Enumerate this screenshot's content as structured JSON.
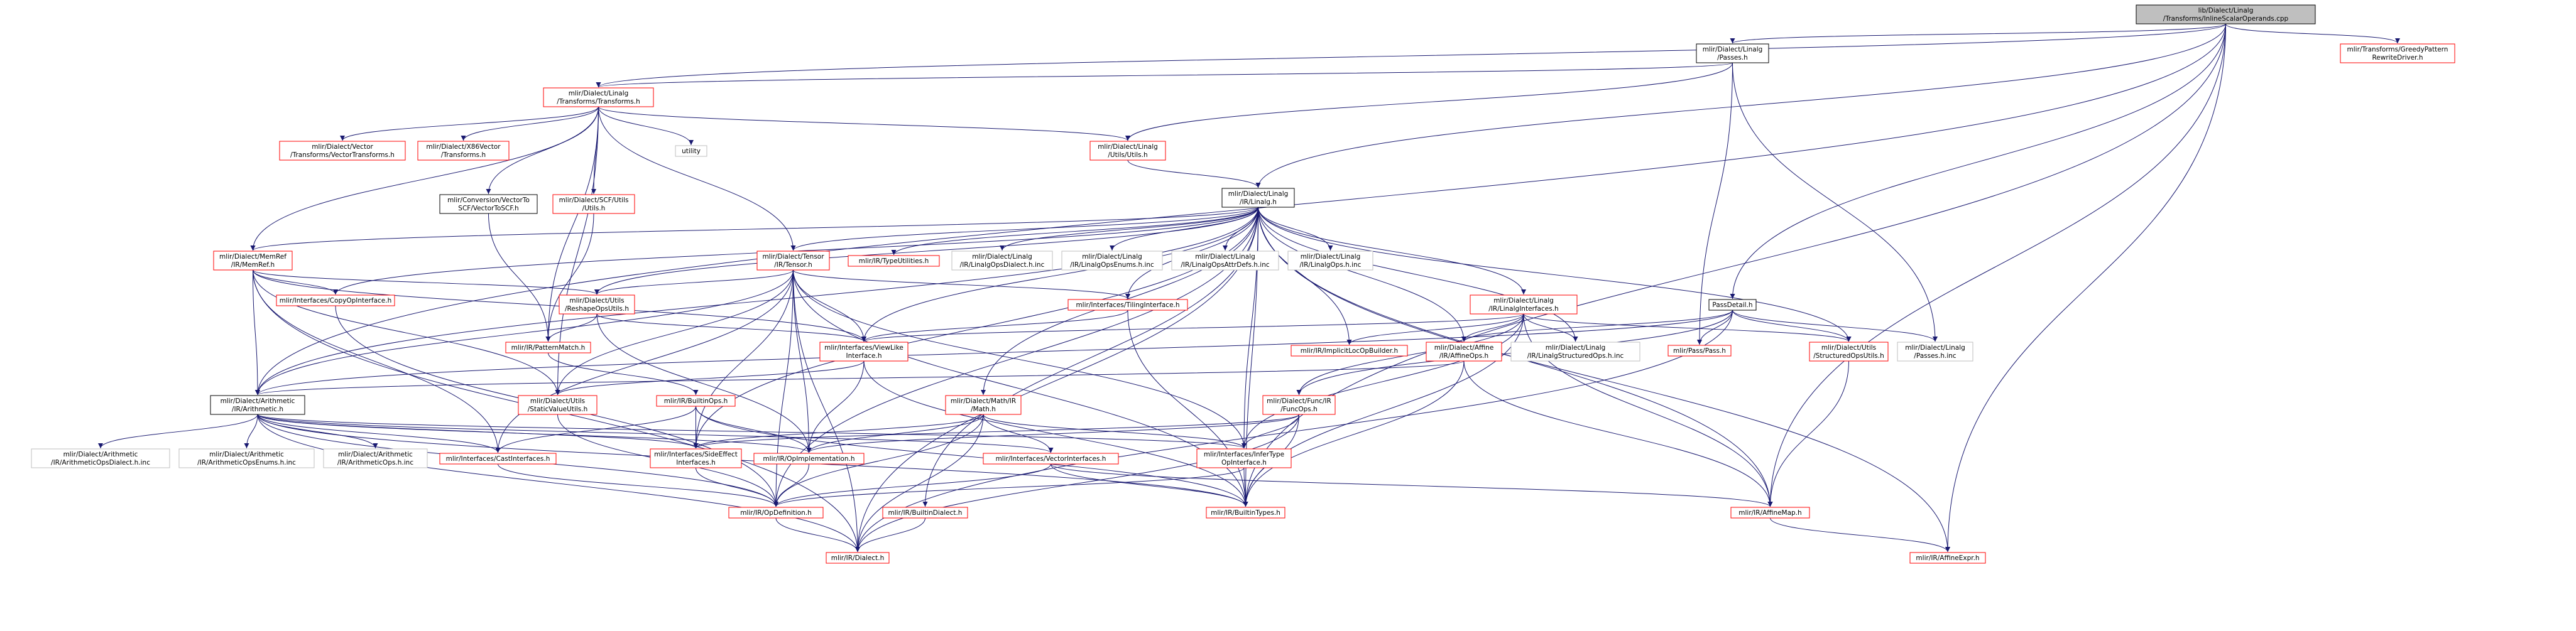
{
  "diagram": {
    "type": "include-dependency-graph",
    "colors": {
      "root_fill": "#bfbfbf",
      "node_fill": "#ffffff",
      "black": "#000000",
      "red": "#ff0000",
      "grey": "#bfbfbf",
      "edge": "#191970",
      "text": "#000000"
    },
    "nodes": [
      {
        "id": "root",
        "style": "root",
        "lines": [
          "lib/Dialect/Linalg",
          "/Transforms/InlineScalarOperands.cpp"
        ]
      },
      {
        "id": "linalg_passes",
        "style": "black",
        "lines": [
          "mlir/Dialect/Linalg",
          "/Passes.h"
        ]
      },
      {
        "id": "greedy",
        "style": "red",
        "lines": [
          "mlir/Transforms/GreedyPattern",
          "RewriteDriver.h"
        ]
      },
      {
        "id": "linalg_transforms",
        "style": "red",
        "lines": [
          "mlir/Dialect/Linalg",
          "/Transforms/Transforms.h"
        ]
      },
      {
        "id": "vector_transforms",
        "style": "red",
        "lines": [
          "mlir/Dialect/Vector",
          "/Transforms/VectorTransforms.h"
        ]
      },
      {
        "id": "x86vector",
        "style": "red",
        "lines": [
          "mlir/Dialect/X86Vector",
          "/Transforms.h"
        ]
      },
      {
        "id": "utility",
        "style": "grey",
        "lines": [
          "utility"
        ]
      },
      {
        "id": "linalg_utils",
        "style": "red",
        "lines": [
          "mlir/Dialect/Linalg",
          "/Utils/Utils.h"
        ]
      },
      {
        "id": "vector_to_scf",
        "style": "black",
        "lines": [
          "mlir/Conversion/VectorTo",
          "SCF/VectorToSCF.h"
        ]
      },
      {
        "id": "scf_utils",
        "style": "red",
        "lines": [
          "mlir/Dialect/SCF/Utils",
          "/Utils.h"
        ]
      },
      {
        "id": "linalg_h",
        "style": "black",
        "lines": [
          "mlir/Dialect/Linalg",
          "/IR/Linalg.h"
        ]
      },
      {
        "id": "memref",
        "style": "red",
        "lines": [
          "mlir/Dialect/MemRef",
          "/IR/MemRef.h"
        ]
      },
      {
        "id": "copy_op",
        "style": "red",
        "lines": [
          "mlir/Interfaces/CopyOpInterface.h"
        ]
      },
      {
        "id": "tensor",
        "style": "red",
        "lines": [
          "mlir/Dialect/Tensor",
          "/IR/Tensor.h"
        ]
      },
      {
        "id": "reshape_utils",
        "style": "red",
        "lines": [
          "mlir/Dialect/Utils",
          "/ReshapeOpsUtils.h"
        ]
      },
      {
        "id": "pattern_match",
        "style": "red",
        "lines": [
          "mlir/IR/PatternMatch.h"
        ]
      },
      {
        "id": "type_utilities",
        "style": "red",
        "lines": [
          "mlir/IR/TypeUtilities.h"
        ]
      },
      {
        "id": "linalg_ops_dialect",
        "style": "grey",
        "lines": [
          "mlir/Dialect/Linalg",
          "/IR/LinalgOpsDialect.h.inc"
        ]
      },
      {
        "id": "linalg_ops_enums",
        "style": "grey",
        "lines": [
          "mlir/Dialect/Linalg",
          "/IR/LinalgOpsEnums.h.inc"
        ]
      },
      {
        "id": "linalg_ops_attr",
        "style": "grey",
        "lines": [
          "mlir/Dialect/Linalg",
          "/IR/LinalgOpsAttrDefs.h.inc"
        ]
      },
      {
        "id": "linalg_ops_inc",
        "style": "grey",
        "lines": [
          "mlir/Dialect/Linalg",
          "/IR/LinalgOps.h.inc"
        ]
      },
      {
        "id": "tiling_interface",
        "style": "red",
        "lines": [
          "mlir/Interfaces/TilingInterface.h"
        ]
      },
      {
        "id": "view_like",
        "style": "red",
        "lines": [
          "mlir/Interfaces/ViewLike",
          "Interface.h"
        ]
      },
      {
        "id": "linalg_interfaces",
        "style": "red",
        "lines": [
          "mlir/Dialect/Linalg",
          "/IR/LinalgInterfaces.h"
        ]
      },
      {
        "id": "implicit_loc",
        "style": "red",
        "lines": [
          "mlir/IR/ImplicitLocOpBuilder.h"
        ]
      },
      {
        "id": "affine_ops",
        "style": "red",
        "lines": [
          "mlir/Dialect/Affine",
          "/IR/AffineOps.h"
        ]
      },
      {
        "id": "linalg_structured_inc",
        "style": "grey",
        "lines": [
          "mlir/Dialect/Linalg",
          "/IR/LinalgStructuredOps.h.inc"
        ]
      },
      {
        "id": "pass_detail",
        "style": "black",
        "lines": [
          "PassDetail.h"
        ]
      },
      {
        "id": "pass_h",
        "style": "red",
        "lines": [
          "mlir/Pass/Pass.h"
        ]
      },
      {
        "id": "structured_utils",
        "style": "red",
        "lines": [
          "mlir/Dialect/Utils",
          "/StructuredOpsUtils.h"
        ]
      },
      {
        "id": "linalg_passes_inc",
        "style": "grey",
        "lines": [
          "mlir/Dialect/Linalg",
          "/Passes.h.inc"
        ]
      },
      {
        "id": "arith",
        "style": "black",
        "lines": [
          "mlir/Dialect/Arithmetic",
          "/IR/Arithmetic.h"
        ]
      },
      {
        "id": "arith_dialect_inc",
        "style": "grey",
        "lines": [
          "mlir/Dialect/Arithmetic",
          "/IR/ArithmeticOpsDialect.h.inc"
        ]
      },
      {
        "id": "arith_enums_inc",
        "style": "grey",
        "lines": [
          "mlir/Dialect/Arithmetic",
          "/IR/ArithmeticOpsEnums.h.inc"
        ]
      },
      {
        "id": "arith_ops_inc",
        "style": "grey",
        "lines": [
          "mlir/Dialect/Arithmetic",
          "/IR/ArithmeticOps.h.inc"
        ]
      },
      {
        "id": "cast_interfaces",
        "style": "red",
        "lines": [
          "mlir/Interfaces/CastInterfaces.h"
        ]
      },
      {
        "id": "static_value",
        "style": "red",
        "lines": [
          "mlir/Dialect/Utils",
          "/StaticValueUtils.h"
        ]
      },
      {
        "id": "builtin_ops",
        "style": "red",
        "lines": [
          "mlir/IR/BuiltinOps.h"
        ]
      },
      {
        "id": "math",
        "style": "red",
        "lines": [
          "mlir/Dialect/Math/IR",
          "/Math.h"
        ]
      },
      {
        "id": "func_ops",
        "style": "red",
        "lines": [
          "mlir/Dialect/Func/IR",
          "/FuncOps.h"
        ]
      },
      {
        "id": "side_effect",
        "style": "red",
        "lines": [
          "mlir/Interfaces/SideEffect",
          "Interfaces.h"
        ]
      },
      {
        "id": "op_impl",
        "style": "red",
        "lines": [
          "mlir/IR/OpImplementation.h"
        ]
      },
      {
        "id": "vector_interfaces",
        "style": "red",
        "lines": [
          "mlir/Interfaces/VectorInterfaces.h"
        ]
      },
      {
        "id": "infer_type",
        "style": "red",
        "lines": [
          "mlir/Interfaces/InferType",
          "OpInterface.h"
        ]
      },
      {
        "id": "affine_map",
        "style": "red",
        "lines": [
          "mlir/IR/AffineMap.h"
        ]
      },
      {
        "id": "op_definition",
        "style": "red",
        "lines": [
          "mlir/IR/OpDefinition.h"
        ]
      },
      {
        "id": "builtin_dialect",
        "style": "red",
        "lines": [
          "mlir/IR/BuiltinDialect.h"
        ]
      },
      {
        "id": "builtin_types",
        "style": "red",
        "lines": [
          "mlir/IR/BuiltinTypes.h"
        ]
      },
      {
        "id": "dialect_h",
        "style": "red",
        "lines": [
          "mlir/IR/Dialect.h"
        ]
      },
      {
        "id": "affine_expr",
        "style": "red",
        "lines": [
          "mlir/IR/AffineExpr.h"
        ]
      }
    ],
    "edges": [
      [
        "root",
        "linalg_passes"
      ],
      [
        "root",
        "greedy"
      ],
      [
        "root",
        "linalg_transforms"
      ],
      [
        "root",
        "linalg_h"
      ],
      [
        "root",
        "pass_detail"
      ],
      [
        "root",
        "arith"
      ],
      [
        "root",
        "builtin_types"
      ],
      [
        "root",
        "affine_map"
      ],
      [
        "root",
        "affine_expr"
      ],
      [
        "linalg_passes",
        "linalg_transforms"
      ],
      [
        "linalg_passes",
        "linalg_utils"
      ],
      [
        "linalg_passes",
        "pass_h"
      ],
      [
        "linalg_passes",
        "linalg_passes_inc"
      ],
      [
        "linalg_transforms",
        "vector_transforms"
      ],
      [
        "linalg_transforms",
        "x86vector"
      ],
      [
        "linalg_transforms",
        "utility"
      ],
      [
        "linalg_transforms",
        "linalg_utils"
      ],
      [
        "linalg_transforms",
        "vector_to_scf"
      ],
      [
        "linalg_transforms",
        "scf_utils"
      ],
      [
        "linalg_transforms",
        "memref"
      ],
      [
        "linalg_transforms",
        "tensor"
      ],
      [
        "linalg_transforms",
        "pattern_match"
      ],
      [
        "linalg_transforms",
        "static_value"
      ],
      [
        "linalg_utils",
        "linalg_h"
      ],
      [
        "vector_to_scf",
        "pattern_match"
      ],
      [
        "scf_utils",
        "pattern_match"
      ],
      [
        "linalg_h",
        "memref"
      ],
      [
        "linalg_h",
        "copy_op"
      ],
      [
        "linalg_h",
        "tensor"
      ],
      [
        "linalg_h",
        "reshape_utils"
      ],
      [
        "linalg_h",
        "type_utilities"
      ],
      [
        "linalg_h",
        "linalg_ops_dialect"
      ],
      [
        "linalg_h",
        "linalg_ops_enums"
      ],
      [
        "linalg_h",
        "linalg_ops_attr"
      ],
      [
        "linalg_h",
        "linalg_ops_inc"
      ],
      [
        "linalg_h",
        "tiling_interface"
      ],
      [
        "linalg_h",
        "view_like"
      ],
      [
        "linalg_h",
        "linalg_interfaces"
      ],
      [
        "linalg_h",
        "implicit_loc"
      ],
      [
        "linalg_h",
        "affine_ops"
      ],
      [
        "linalg_h",
        "linalg_structured_inc"
      ],
      [
        "linalg_h",
        "structured_utils"
      ],
      [
        "linalg_h",
        "arith"
      ],
      [
        "linalg_h",
        "math"
      ],
      [
        "linalg_h",
        "side_effect"
      ],
      [
        "linalg_h",
        "infer_type"
      ],
      [
        "linalg_h",
        "affine_map"
      ],
      [
        "linalg_h",
        "op_definition"
      ],
      [
        "linalg_h",
        "builtin_dialect"
      ],
      [
        "linalg_h",
        "builtin_types"
      ],
      [
        "linalg_h",
        "dialect_h"
      ],
      [
        "linalg_h",
        "affine_expr"
      ],
      [
        "memref",
        "copy_op"
      ],
      [
        "memref",
        "reshape_utils"
      ],
      [
        "memref",
        "view_like"
      ],
      [
        "memref",
        "arith"
      ],
      [
        "memref",
        "cast_interfaces"
      ],
      [
        "memref",
        "static_value"
      ],
      [
        "memref",
        "dialect_h"
      ],
      [
        "copy_op",
        "op_definition"
      ],
      [
        "tensor",
        "reshape_utils"
      ],
      [
        "tensor",
        "tiling_interface"
      ],
      [
        "tensor",
        "view_like"
      ],
      [
        "tensor",
        "arith"
      ],
      [
        "tensor",
        "cast_interfaces"
      ],
      [
        "tensor",
        "side_effect"
      ],
      [
        "tensor",
        "op_impl"
      ],
      [
        "tensor",
        "infer_type"
      ],
      [
        "tensor",
        "builtin_types"
      ],
      [
        "tensor",
        "static_value"
      ],
      [
        "tensor",
        "dialect_h"
      ],
      [
        "tensor",
        "op_definition"
      ],
      [
        "reshape_utils",
        "pattern_match"
      ],
      [
        "reshape_utils",
        "view_like"
      ],
      [
        "reshape_utils",
        "op_impl"
      ],
      [
        "pattern_match",
        "builtin_ops"
      ],
      [
        "tiling_interface",
        "view_like"
      ],
      [
        "tiling_interface",
        "builtin_types"
      ],
      [
        "view_like",
        "op_impl"
      ],
      [
        "view_like",
        "static_value"
      ],
      [
        "view_like",
        "builtin_types"
      ],
      [
        "linalg_interfaces",
        "implicit_loc"
      ],
      [
        "linalg_interfaces",
        "affine_ops"
      ],
      [
        "linalg_interfaces",
        "linalg_structured_inc"
      ],
      [
        "linalg_interfaces",
        "structured_utils"
      ],
      [
        "linalg_interfaces",
        "view_like"
      ],
      [
        "linalg_interfaces",
        "func_ops"
      ],
      [
        "linalg_interfaces",
        "infer_type"
      ],
      [
        "linalg_interfaces",
        "builtin_types"
      ],
      [
        "linalg_interfaces",
        "affine_map"
      ],
      [
        "affine_ops",
        "arith"
      ],
      [
        "affine_ops",
        "affine_map"
      ],
      [
        "affine_ops",
        "builtin_types"
      ],
      [
        "pass_detail",
        "pass_h"
      ],
      [
        "pass_detail",
        "structured_utils"
      ],
      [
        "pass_detail",
        "linalg_passes_inc"
      ],
      [
        "pass_detail",
        "affine_ops"
      ],
      [
        "pass_detail",
        "arith"
      ],
      [
        "pass_detail",
        "func_ops"
      ],
      [
        "pass_detail",
        "dialect_h"
      ],
      [
        "structured_utils",
        "affine_map"
      ],
      [
        "arith",
        "arith_dialect_inc"
      ],
      [
        "arith",
        "arith_enums_inc"
      ],
      [
        "arith",
        "arith_ops_inc"
      ],
      [
        "arith",
        "cast_interfaces"
      ],
      [
        "arith",
        "side_effect"
      ],
      [
        "arith",
        "op_impl"
      ],
      [
        "arith",
        "infer_type"
      ],
      [
        "arith",
        "vector_interfaces"
      ],
      [
        "arith",
        "op_definition"
      ],
      [
        "arith",
        "builtin_types"
      ],
      [
        "arith",
        "dialect_h"
      ],
      [
        "cast_interfaces",
        "op_definition"
      ],
      [
        "static_value",
        "op_definition"
      ],
      [
        "builtin_ops",
        "cast_interfaces"
      ],
      [
        "builtin_ops",
        "side_effect"
      ],
      [
        "builtin_ops",
        "op_impl"
      ],
      [
        "builtin_ops",
        "builtin_types"
      ],
      [
        "math",
        "side_effect"
      ],
      [
        "math",
        "op_impl"
      ],
      [
        "math",
        "vector_interfaces"
      ],
      [
        "math",
        "infer_type"
      ],
      [
        "math",
        "op_definition"
      ],
      [
        "math",
        "dialect_h"
      ],
      [
        "func_ops",
        "infer_type"
      ],
      [
        "func_ops",
        "side_effect"
      ],
      [
        "func_ops",
        "op_impl"
      ],
      [
        "func_ops",
        "builtin_types"
      ],
      [
        "func_ops",
        "dialect_h"
      ],
      [
        "side_effect",
        "op_definition"
      ],
      [
        "op_impl",
        "op_definition"
      ],
      [
        "vector_interfaces",
        "affine_map"
      ],
      [
        "vector_interfaces",
        "builtin_types"
      ],
      [
        "vector_interfaces",
        "op_definition"
      ],
      [
        "infer_type",
        "builtin_types"
      ],
      [
        "infer_type",
        "op_definition"
      ],
      [
        "affine_map",
        "affine_expr"
      ],
      [
        "op_definition",
        "dialect_h"
      ],
      [
        "builtin_dialect",
        "dialect_h"
      ]
    ]
  }
}
